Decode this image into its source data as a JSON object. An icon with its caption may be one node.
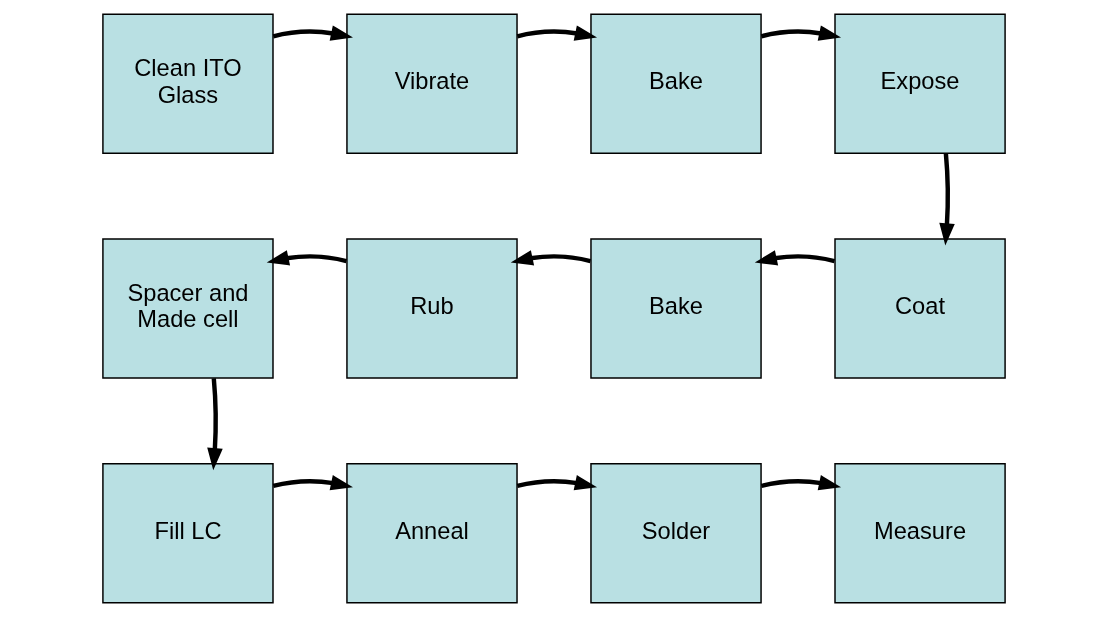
{
  "diagram": {
    "nodes": [
      {
        "text": [
          "Clean ITO Glass"
        ]
      },
      {
        "text": [
          "Vibrate"
        ]
      },
      {
        "text": [
          "Bake"
        ]
      },
      {
        "text": [
          "Expose"
        ]
      },
      {
        "text": [
          "Coat"
        ]
      },
      {
        "text": [
          "Bake"
        ]
      },
      {
        "text": [
          "Rub"
        ]
      },
      {
        "text": [
          "Spacer and Made cell"
        ]
      },
      {
        "text": [
          "Fill LC"
        ]
      },
      {
        "text": [
          "Anneal"
        ]
      },
      {
        "text": [
          "Solder"
        ]
      },
      {
        "text": [
          "Measure"
        ]
      }
    ],
    "edges": [
      {
        "from": 0,
        "to": 1,
        "arrow": "to"
      },
      {
        "from": 1,
        "to": 2,
        "arrow": "to"
      },
      {
        "from": 2,
        "to": 3,
        "arrow": "to"
      },
      {
        "from": 3,
        "to": 4,
        "arrow": "to"
      },
      {
        "from": 4,
        "to": 5,
        "arrow": "to"
      },
      {
        "from": 5,
        "to": 6,
        "arrow": "to"
      },
      {
        "from": 6,
        "to": 7,
        "arrow": "to"
      },
      {
        "from": 7,
        "to": 8,
        "arrow": "to"
      },
      {
        "from": 8,
        "to": 9,
        "arrow": "to"
      },
      {
        "from": 9,
        "to": 10,
        "arrow": "to"
      },
      {
        "from": 10,
        "to": 11,
        "arrow": "to"
      }
    ]
  }
}
